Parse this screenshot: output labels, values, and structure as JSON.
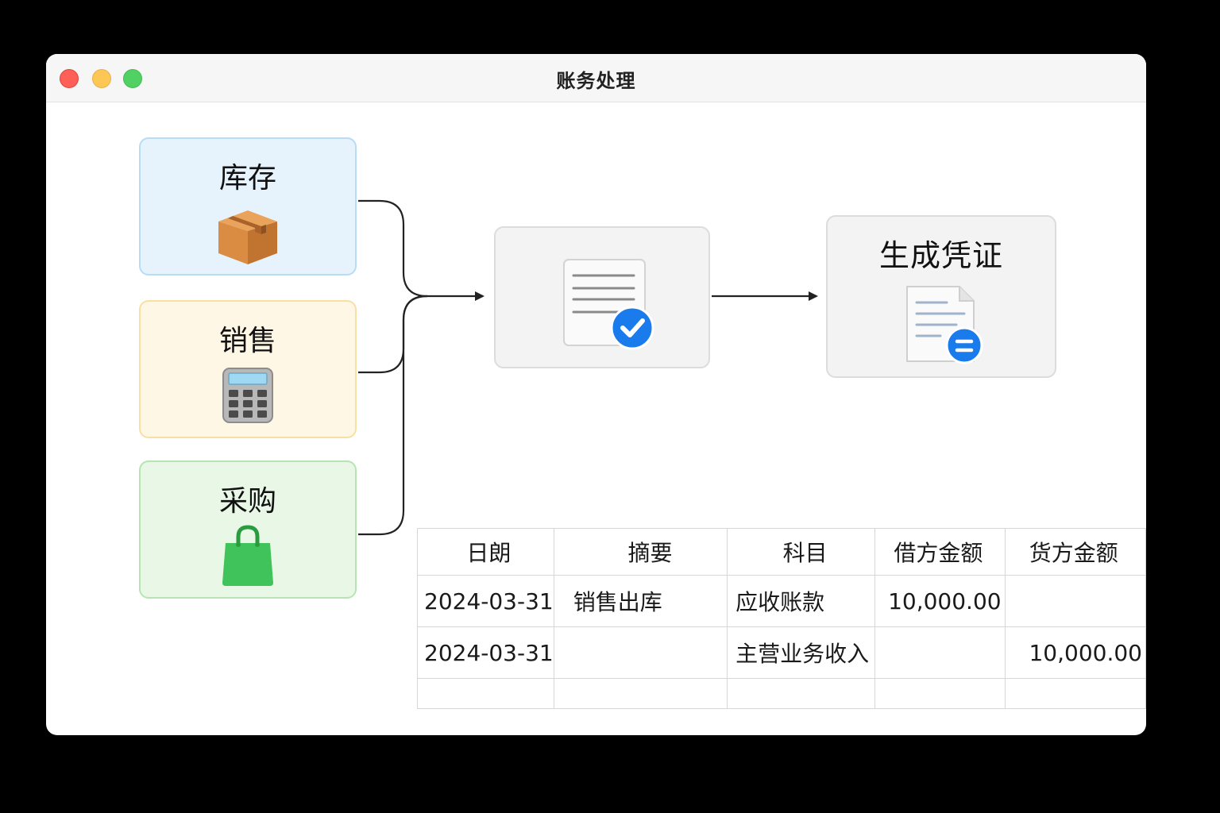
{
  "window": {
    "title": "账务处理"
  },
  "sources": [
    {
      "label": "库存",
      "icon": "package-box-icon"
    },
    {
      "label": "销售",
      "icon": "calculator-icon"
    },
    {
      "label": "采购",
      "icon": "shopping-bag-icon"
    }
  ],
  "process": {
    "icon": "document-check-icon"
  },
  "voucher": {
    "label": "生成凭证",
    "icon": "voucher-document-icon"
  },
  "ledger": {
    "headers": [
      "日朗",
      "摘要",
      "科目",
      "借方金额",
      "货方金额"
    ],
    "rows": [
      {
        "date": "2024-03-31",
        "summary": "销售出库",
        "account": "应收账款",
        "debit": "10,000.00",
        "credit": ""
      },
      {
        "date": "2024-03-31",
        "summary": "",
        "account": "主营业务收入",
        "debit": "",
        "credit": "10,000.00"
      }
    ]
  },
  "colors": {
    "inventory_bg": "#e6f3fd",
    "sales_bg": "#fff7e5",
    "purchase_bg": "#e8f7e6",
    "check_blue": "#1a7bec",
    "bag_green": "#3fc35a",
    "box_brown": "#d98c42"
  }
}
